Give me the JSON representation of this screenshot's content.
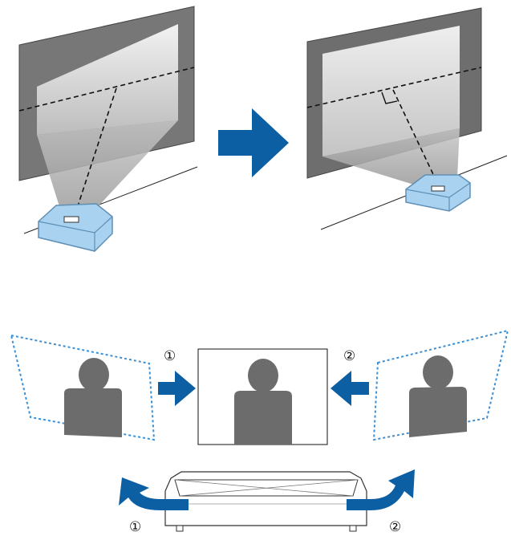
{
  "markers": {
    "step1_top": "①",
    "step2_top": "②",
    "step1_bottom": "①",
    "step2_bottom": "②"
  },
  "colors": {
    "arrow_blue": "#0c5fa3",
    "dashed_outline": "#3a8fd6",
    "projector_fill": "#a8d2ef",
    "projector_stroke": "#5f8fb5",
    "screen_dark": "#707070",
    "screen_mid": "#888888",
    "silhouette": "#6c6c6c"
  },
  "icons": [
    "projection-screen-icon",
    "projector-icon",
    "right-arrow-icon",
    "person-silhouette-icon",
    "curved-arrow-icon",
    "projector-outline-icon"
  ]
}
